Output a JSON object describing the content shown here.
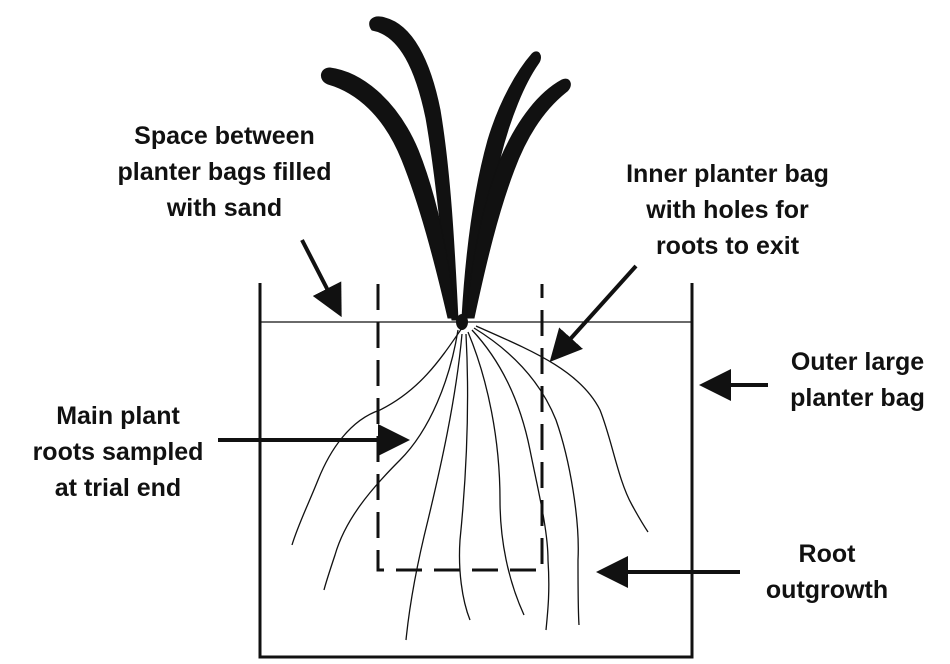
{
  "labels": {
    "sand_space": [
      "Space between",
      "planter bags filled",
      "with sand"
    ],
    "inner_bag": [
      "Inner planter bag",
      "with holes for",
      "roots to exit"
    ],
    "outer_bag": [
      "Outer large",
      "planter bag"
    ],
    "main_roots": [
      "Main plant",
      "roots sampled",
      "at trial end"
    ],
    "root_outgrowth": [
      "Root",
      "outgrowth"
    ]
  },
  "colors": {
    "ink": "#111111",
    "background": "#ffffff"
  }
}
